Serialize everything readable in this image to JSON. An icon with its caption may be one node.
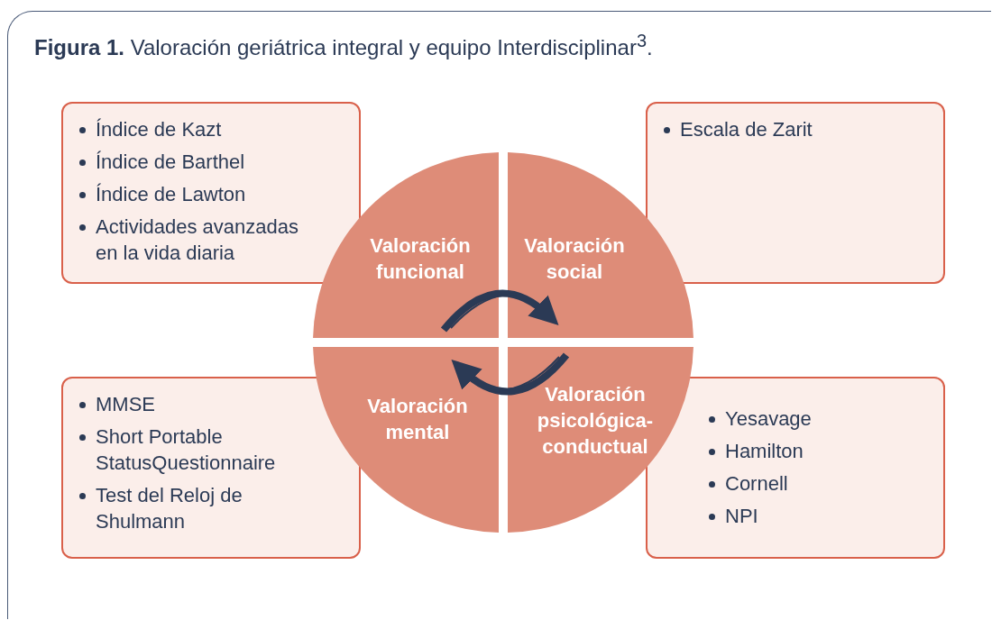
{
  "diagram": {
    "title": "**Figura 1.** Valoración geriátrica integral y equipo Interdisciplinar$^{3}$.",
    "nodes": [
      {
        "text": [
          "Índice de Kazt",
          "Índice de Barthel",
          "Índice de Lawton",
          "Actividades avanzadas en la vida diaria"
        ]
      },
      {
        "text": [
          "Escala de Zarit"
        ]
      },
      {
        "text": [
          "Valoración funcional"
        ]
      },
      {
        "text": [
          "Valoración social"
        ]
      },
      {
        "text": [
          "Valoración mental"
        ]
      },
      {
        "text": [
          "Valoración psicológica-conductual"
        ]
      },
      {
        "text": [
          "MMSE",
          "Short Portable StatusQuestionnaire",
          "Test del Reloj de Shulmann"
        ]
      },
      {
        "text": [
          "Yesavage",
          "Hamilton",
          "Cornell",
          "NPI"
        ]
      }
    ],
    "edges": []
  }
}
